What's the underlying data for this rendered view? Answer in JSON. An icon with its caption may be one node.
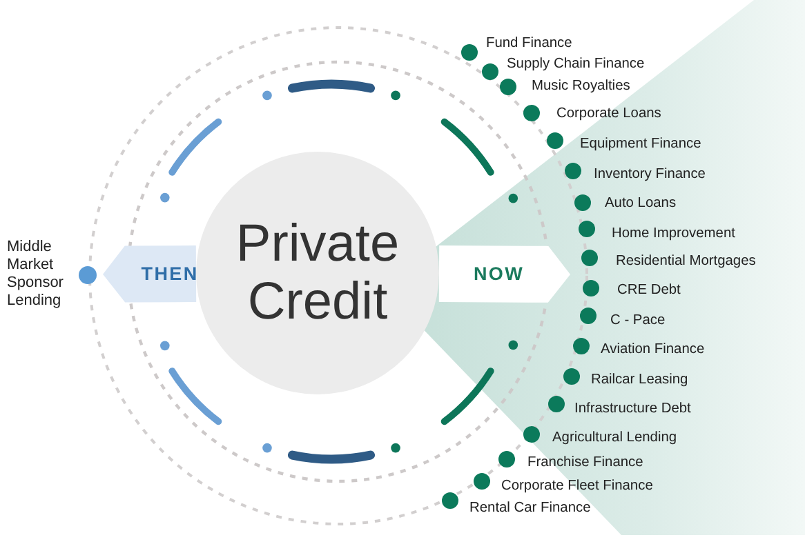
{
  "diagram": {
    "nodes": [
      {
        "text": [],
        "shape": "circle",
        "beside": [
          "Middle Market Sponsor Lending"
        ]
      },
      {
        "text": [
          "Private Credit"
        ]
      },
      {
        "text": [],
        "shape": "circle",
        "beside": [
          "Fund Finance"
        ]
      },
      {
        "text": [],
        "shape": "circle",
        "beside": [
          "Supply Chain Finance"
        ]
      },
      {
        "text": [],
        "shape": "circle",
        "beside": [
          "Music Royalties"
        ]
      },
      {
        "text": [],
        "shape": "circle",
        "beside": [
          "Corporate Loans"
        ]
      },
      {
        "text": [],
        "shape": "circle",
        "beside": [
          "Equipment Finance"
        ]
      },
      {
        "text": [],
        "shape": "circle",
        "beside": [
          "Inventory Finance"
        ]
      },
      {
        "text": [],
        "shape": "circle",
        "beside": [
          "Auto Loans"
        ]
      },
      {
        "text": [],
        "shape": "circle",
        "beside": [
          "Home Improvement"
        ]
      },
      {
        "text": [],
        "shape": "circle",
        "beside": [
          "Residential Mortgages"
        ]
      },
      {
        "text": [],
        "shape": "circle",
        "beside": [
          "CRE Debt"
        ]
      },
      {
        "text": [],
        "shape": "circle",
        "beside": [
          "C - Pace"
        ]
      },
      {
        "text": [],
        "shape": "circle",
        "beside": [
          "Aviation Finance"
        ]
      },
      {
        "text": [],
        "shape": "circle",
        "beside": [
          "Railcar Leasing"
        ]
      },
      {
        "text": [],
        "shape": "circle",
        "beside": [
          "Infrastructure Debt"
        ]
      },
      {
        "text": [],
        "shape": "circle",
        "beside": [
          "Agricultural Lending"
        ]
      },
      {
        "text": [],
        "shape": "circle",
        "beside": [
          "Franchise Finance"
        ]
      },
      {
        "text": [],
        "shape": "circle",
        "beside": [
          "Corporate Fleet Finance"
        ]
      },
      {
        "text": [],
        "shape": "circle",
        "beside": [
          "Rental Car Finance"
        ]
      }
    ],
    "edges": [
      {
        "from": 1,
        "to": 0,
        "arrow": "to",
        "label": "THEN",
        "style": "thick",
        "color": "#dde8f5"
      },
      {
        "from": 1,
        "to": null,
        "arrow": "to",
        "label": "NOW",
        "style": "thick",
        "color": "#ffffff"
      }
    ]
  }
}
